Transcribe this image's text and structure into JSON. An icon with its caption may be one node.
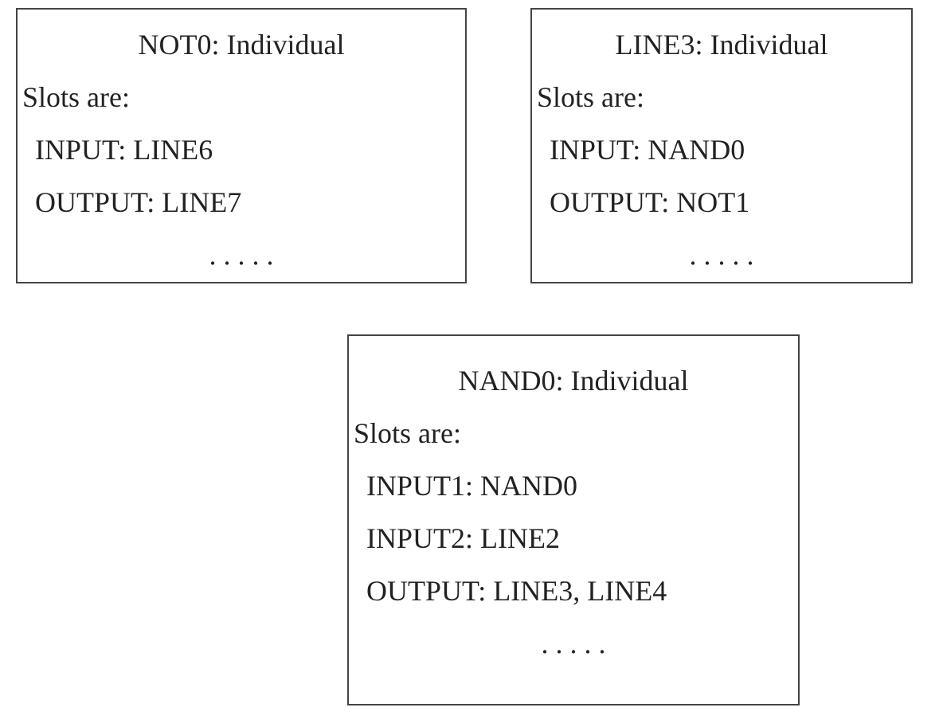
{
  "diagram": {
    "nodes": [
      {
        "text": [
          "NOT0: Individual",
          "Slots are:",
          "INPUT: LINE6",
          "OUTPUT: LINE7",
          ". . . . ."
        ]
      },
      {
        "text": [
          "LINE3: Individual",
          "Slots are:",
          "INPUT: NAND0",
          "OUTPUT: NOT1",
          ". . . . ."
        ]
      },
      {
        "text": [
          "NAND0: Individual",
          "Slots are:",
          "INPUT1: NAND0",
          "INPUT2: LINE2",
          "OUTPUT: LINE3, LINE4",
          ". . . . ."
        ]
      }
    ]
  }
}
